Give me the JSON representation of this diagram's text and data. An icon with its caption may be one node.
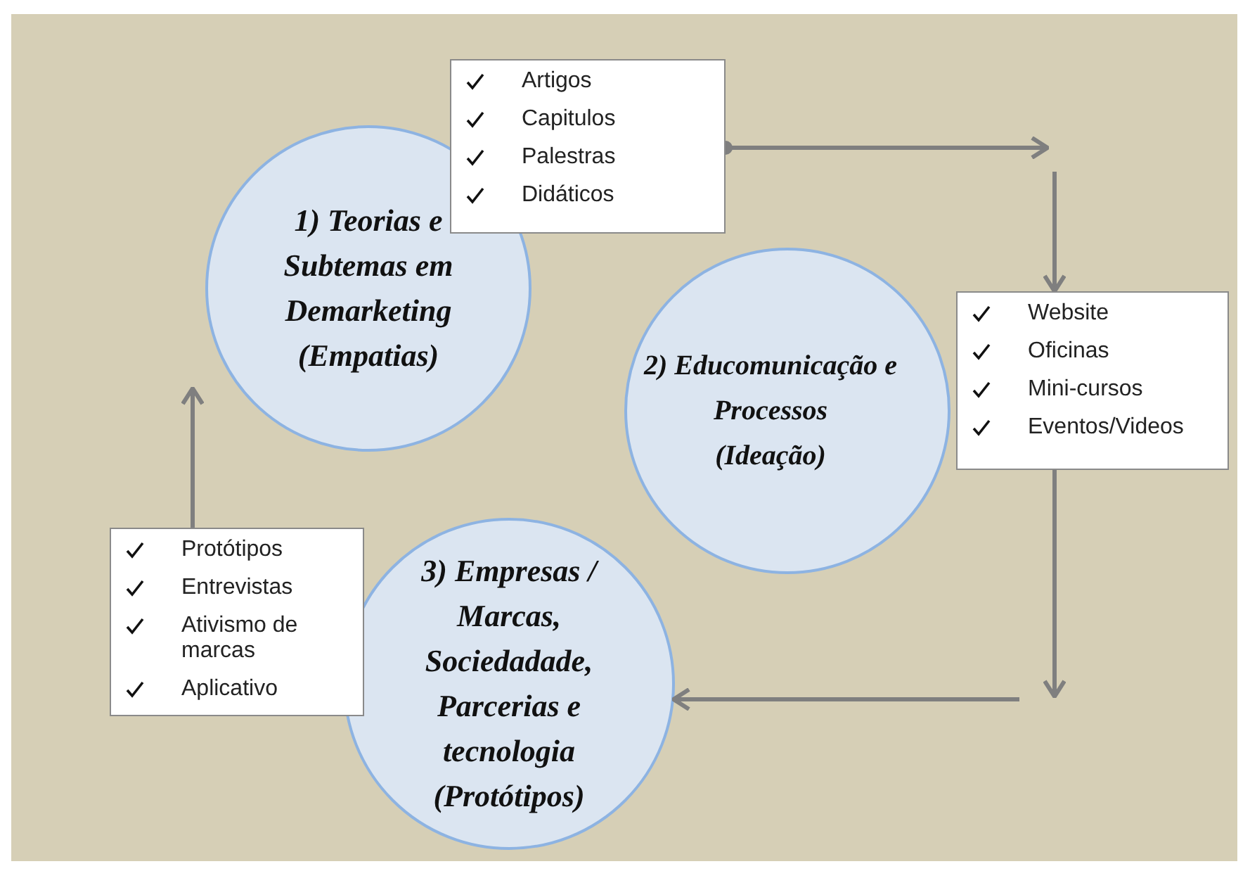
{
  "diagram": {
    "nodes": [
      {
        "text": [
          "1) Teorias e Subtemas em Demarketing",
          "(Empatias)"
        ]
      },
      {
        "text": [
          "Artigos",
          "Capitulos",
          "Palestras",
          "Didáticos"
        ]
      },
      {
        "text": [
          "2) Educomunicação e Processos",
          "(Ideação)"
        ]
      },
      {
        "text": [
          "Website",
          "Oficinas",
          "Mini-cursos",
          "Eventos/Videos"
        ]
      },
      {
        "text": [
          "Protótipos",
          "Entrevistas",
          "Ativismo de marcas",
          "Aplicativo"
        ]
      },
      {
        "text": [
          "3) Empresas / Marcas, Sociedadade, Parcerias e tecnologia",
          "(Protótipos)"
        ]
      }
    ],
    "edges": [
      {
        "from": 1,
        "to": null,
        "arrow": "to"
      },
      {
        "from": null,
        "to": 3,
        "arrow": "to"
      },
      {
        "from": 3,
        "to": null,
        "arrow": "to"
      },
      {
        "from": null,
        "to": 5,
        "arrow": "to"
      },
      {
        "from": 4,
        "to": 0,
        "arrow": "to"
      }
    ]
  }
}
